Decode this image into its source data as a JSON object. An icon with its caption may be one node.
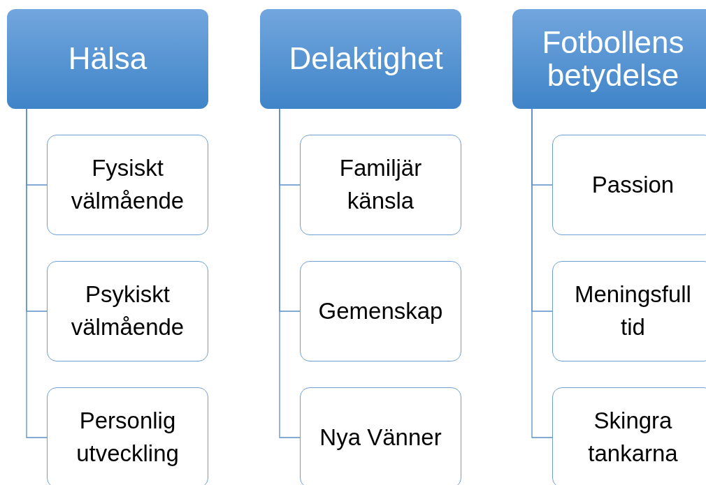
{
  "diagram": {
    "nodes": [
      {
        "text": [
          "Hälsa"
        ]
      },
      {
        "text": [
          "Fysiskt välmående"
        ]
      },
      {
        "text": [
          "Psykiskt välmående"
        ]
      },
      {
        "text": [
          "Personlig utveckling"
        ]
      },
      {
        "text": [
          "Delaktighet"
        ]
      },
      {
        "text": [
          "Familjär känsla"
        ]
      },
      {
        "text": [
          "Gemenskap"
        ]
      },
      {
        "text": [
          "Nya Vänner"
        ]
      },
      {
        "text": [
          "Fotbollens betydelse"
        ]
      },
      {
        "text": [
          "Passion"
        ]
      },
      {
        "text": [
          "Meningsfull tid"
        ]
      },
      {
        "text": [
          "Skingra tankarna"
        ]
      }
    ],
    "edges": [
      {
        "from": 0,
        "to": 1,
        "arrow": "none"
      },
      {
        "from": 0,
        "to": 2,
        "arrow": "none"
      },
      {
        "from": 0,
        "to": 3,
        "arrow": "none"
      },
      {
        "from": 4,
        "to": 5,
        "arrow": "none"
      },
      {
        "from": 4,
        "to": 6,
        "arrow": "none"
      },
      {
        "from": 4,
        "to": 7,
        "arrow": "none"
      },
      {
        "from": 8,
        "to": 9,
        "arrow": "none"
      },
      {
        "from": 8,
        "to": 10,
        "arrow": "none"
      },
      {
        "from": 8,
        "to": 11,
        "arrow": "none"
      }
    ]
  }
}
